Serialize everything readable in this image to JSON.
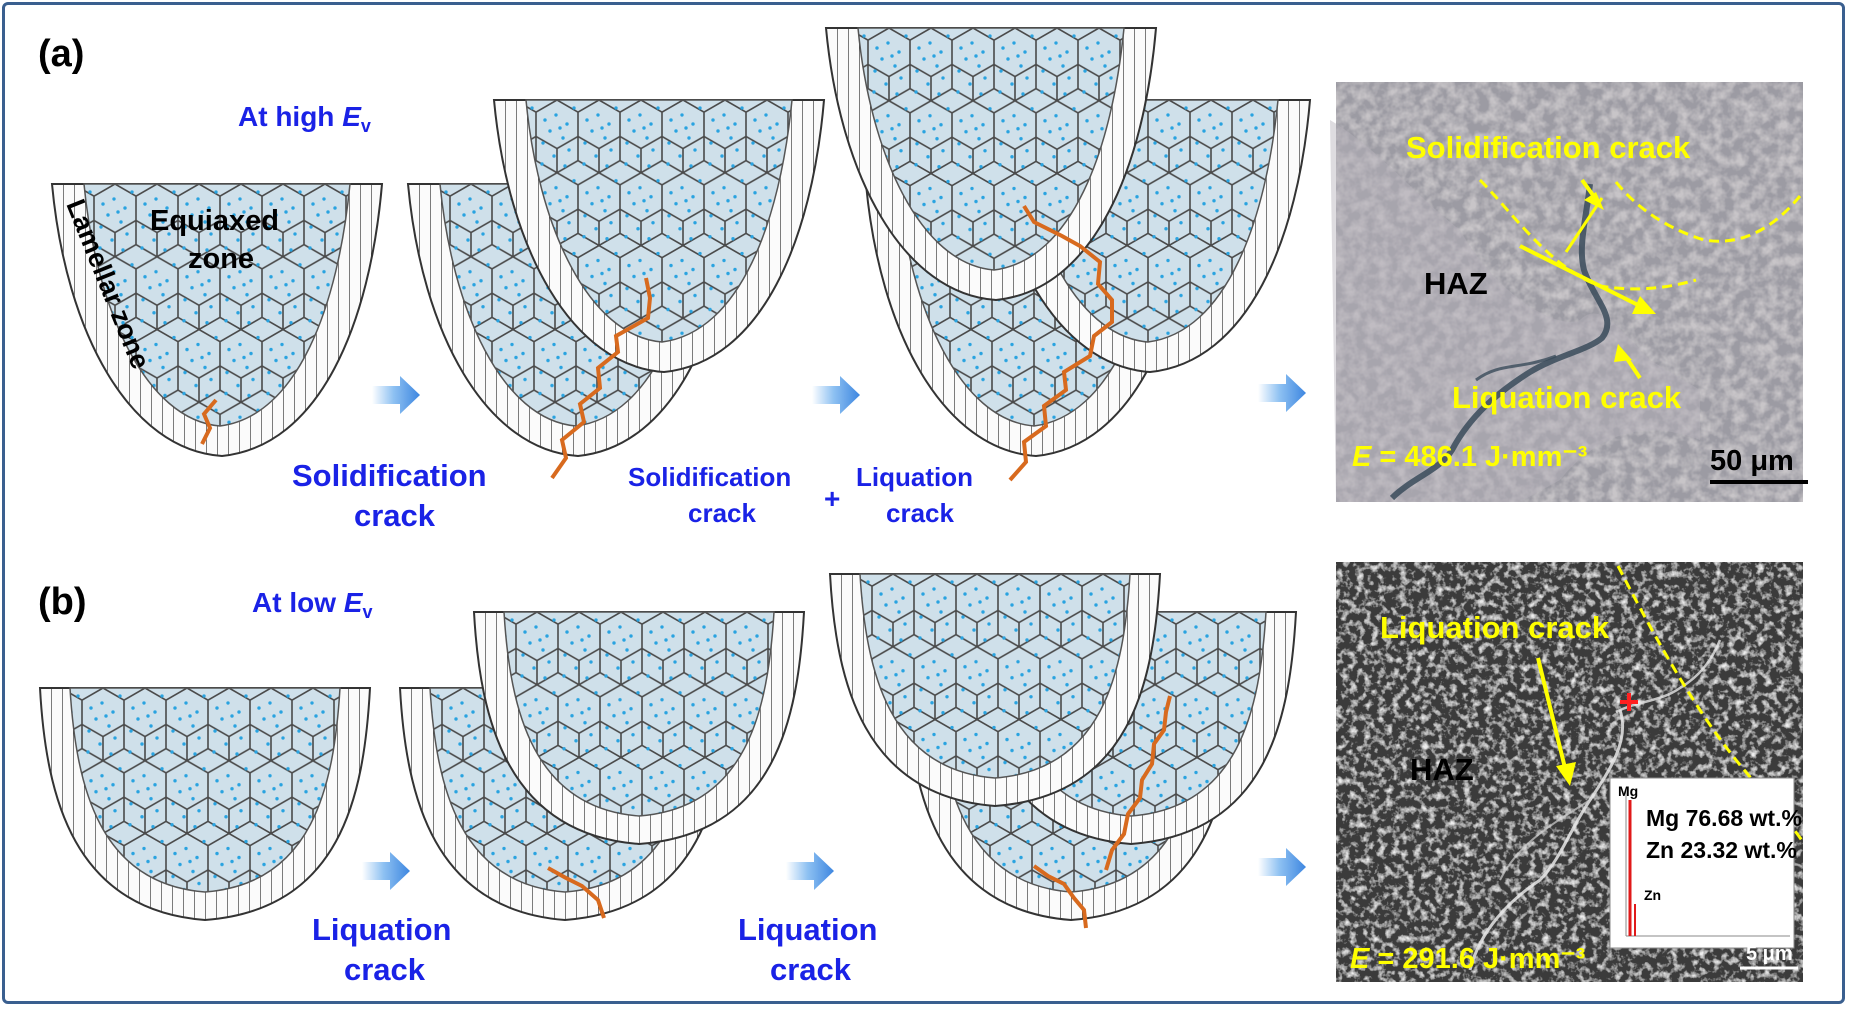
{
  "panel_a": {
    "label": "(a)",
    "condition_prefix": "At high ",
    "condition_symbol": "E",
    "condition_sub": "v",
    "zone_equiaxed_1": "Equiaxed",
    "zone_equiaxed_2": "zone",
    "zone_lamellar": "Lamellar zone",
    "step1_caption_1": "Solidification",
    "step1_caption_2": "crack",
    "step2_caption_a1": "Solidification",
    "step2_caption_a2": "crack",
    "step2_plus": "+",
    "step2_caption_b1": "Liquation",
    "step2_caption_b2": "crack",
    "micro_label_top": "Solidification crack",
    "micro_label_haz": "HAZ",
    "micro_label_bottom": "Liquation crack",
    "energy_symbol": "E",
    "energy_value": " = 486.1 J·mm⁻³",
    "scale_bar": "50 μm"
  },
  "panel_b": {
    "label": "(b)",
    "condition_prefix": "At low ",
    "condition_symbol": "E",
    "condition_sub": "v",
    "step1_caption_1": "Liquation",
    "step1_caption_2": "crack",
    "step2_caption_1": "Liquation",
    "step2_caption_2": "crack",
    "micro_label_top": "Liquation crack",
    "micro_label_haz": "HAZ",
    "eds_peak_1": "Mg",
    "eds_peak_2": "Zn",
    "eds_comp_1": "Mg 76.68 wt.%",
    "eds_comp_2": "Zn 23.32 wt.%",
    "energy_symbol": "E",
    "energy_value": " = 291.6 J·mm⁻³",
    "scale_bar": "5 μm"
  },
  "colors": {
    "frame": "#3a5f8f",
    "text_blue": "#1a22e6",
    "crack": "#d86a1e",
    "cell_fill": "#cfe0ea",
    "dot": "#29a3e0",
    "micro_label": "#ffff00",
    "arrow": "#4a90e2"
  }
}
